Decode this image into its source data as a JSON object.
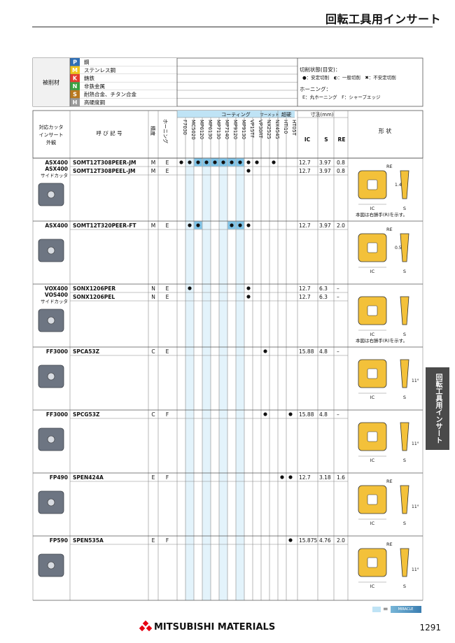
{
  "page_title": "回転工具用インサート",
  "side_tab": "回転工具用インサート",
  "brand": "MITSUBISHI MATERIALS",
  "page_number": "1291",
  "legend_eq": "=",
  "work_material": {
    "label": "被削材",
    "rows": [
      {
        "letter": "P",
        "name": "鋼",
        "color": "#2f6fb5"
      },
      {
        "letter": "M",
        "name": "ステンレス鋼",
        "color": "#f0c419"
      },
      {
        "letter": "K",
        "name": "鋳鉄",
        "color": "#e53b2f"
      },
      {
        "letter": "N",
        "name": "非鉄金属",
        "color": "#3aa040"
      },
      {
        "letter": "S",
        "name": "耐熱合金、チタン合金",
        "color": "#b8781e"
      },
      {
        "letter": "H",
        "name": "高硬度鋼",
        "color": "#9a9a9a"
      }
    ]
  },
  "cutting_legend": {
    "title": "切削状態(目安)：",
    "items": [
      "●：安定切削",
      "◐：一般切削",
      "✖：不安定切削"
    ],
    "honing_title": "ホーニング：",
    "honing_items": "E：丸ホーニング　F：シャープエッジ"
  },
  "headers": {
    "cutter": "対応カッタ\nインサート\n外観",
    "designation": "呼 び 記 号",
    "accuracy": "精度",
    "honing": "ホーニング",
    "coating": "コーティング",
    "cermet": "サーメット",
    "carbide": "超硬",
    "dims": "寸法(mm)",
    "shape": "形 状",
    "IC": "IC",
    "S": "S",
    "RE": "RE"
  },
  "grades": [
    "F7030",
    "MC5020",
    "MP6120",
    "MP6130",
    "MP7130",
    "MP7140",
    "MP9120",
    "MP9130",
    "VP15TF",
    "VP30RT",
    "NX2525",
    "NX4545",
    "HTi10",
    "HT05T"
  ],
  "groups": [
    {
      "cutter": [
        "ASX400",
        "ASX400",
        "サイドカッタ"
      ],
      "note": "本図は右勝手(R)を示す。",
      "rows": [
        {
          "code": "SOMT12T308PEER-JM",
          "acc": "M",
          "hon": "E",
          "IC": "12.7",
          "S": "3.97",
          "RE": "0.8",
          "dots": [
            1,
            1,
            2,
            2,
            2,
            2,
            2,
            2,
            1,
            1,
            0,
            1,
            0,
            0
          ]
        },
        {
          "code": "SOMT12T308PEEL-JM",
          "acc": "M",
          "hon": "E",
          "IC": "12.7",
          "S": "3.97",
          "RE": "0.8",
          "dots": [
            0,
            0,
            0,
            0,
            0,
            0,
            0,
            0,
            1,
            0,
            0,
            0,
            0,
            0
          ]
        }
      ]
    },
    {
      "cutter": [
        "ASX400"
      ],
      "note": "",
      "rows": [
        {
          "code": "SOMT12T320PEER-FT",
          "acc": "M",
          "hon": "E",
          "IC": "12.7",
          "S": "3.97",
          "RE": "2.0",
          "dots": [
            0,
            1,
            2,
            0,
            0,
            0,
            2,
            2,
            1,
            0,
            0,
            0,
            0,
            0
          ]
        }
      ]
    },
    {
      "cutter": [
        "VOX400",
        "VOS400",
        "サイドカッタ"
      ],
      "note": "本図は右勝手(R)を示す。",
      "rows": [
        {
          "code": "SONX1206PER",
          "acc": "N",
          "hon": "E",
          "IC": "12.7",
          "S": "6.3",
          "RE": "–",
          "dots": [
            0,
            1,
            0,
            0,
            0,
            0,
            0,
            0,
            1,
            0,
            0,
            0,
            0,
            0
          ]
        },
        {
          "code": "SONX1206PEL",
          "acc": "N",
          "hon": "E",
          "IC": "12.7",
          "S": "6.3",
          "RE": "–",
          "dots": [
            0,
            0,
            0,
            0,
            0,
            0,
            0,
            0,
            1,
            0,
            0,
            0,
            0,
            0
          ]
        }
      ]
    },
    {
      "cutter": [
        "FF3000"
      ],
      "note": "",
      "rows": [
        {
          "code": "SPCA53Z",
          "acc": "C",
          "hon": "E",
          "IC": "15.88",
          "S": "4.8",
          "RE": "–",
          "dots": [
            0,
            0,
            0,
            0,
            0,
            0,
            0,
            0,
            0,
            0,
            1,
            0,
            0,
            0
          ]
        }
      ]
    },
    {
      "cutter": [
        "FF3000"
      ],
      "note": "",
      "rows": [
        {
          "code": "SPCG53Z",
          "acc": "C",
          "hon": "F",
          "IC": "15.88",
          "S": "4.8",
          "RE": "–",
          "dots": [
            0,
            0,
            0,
            0,
            0,
            0,
            0,
            0,
            0,
            0,
            1,
            0,
            0,
            1
          ]
        }
      ]
    },
    {
      "cutter": [
        "FP490"
      ],
      "note": "",
      "rows": [
        {
          "code": "SPEN424A",
          "acc": "E",
          "hon": "F",
          "IC": "12.7",
          "S": "3.18",
          "RE": "1.6",
          "dots": [
            0,
            0,
            0,
            0,
            0,
            0,
            0,
            0,
            0,
            0,
            0,
            0,
            1,
            1
          ]
        }
      ]
    },
    {
      "cutter": [
        "FP590"
      ],
      "note": "",
      "rows": [
        {
          "code": "SPEN535A",
          "acc": "E",
          "hon": "F",
          "IC": "15.875",
          "S": "4.76",
          "RE": "2.0",
          "dots": [
            0,
            0,
            0,
            0,
            0,
            0,
            0,
            0,
            0,
            0,
            0,
            0,
            0,
            1
          ]
        }
      ]
    }
  ],
  "drawing_labels": {
    "RE": "RE",
    "IC": "IC",
    "S": "S",
    "angle": "11°",
    "d1": "1.4",
    "d2": "0.5"
  }
}
